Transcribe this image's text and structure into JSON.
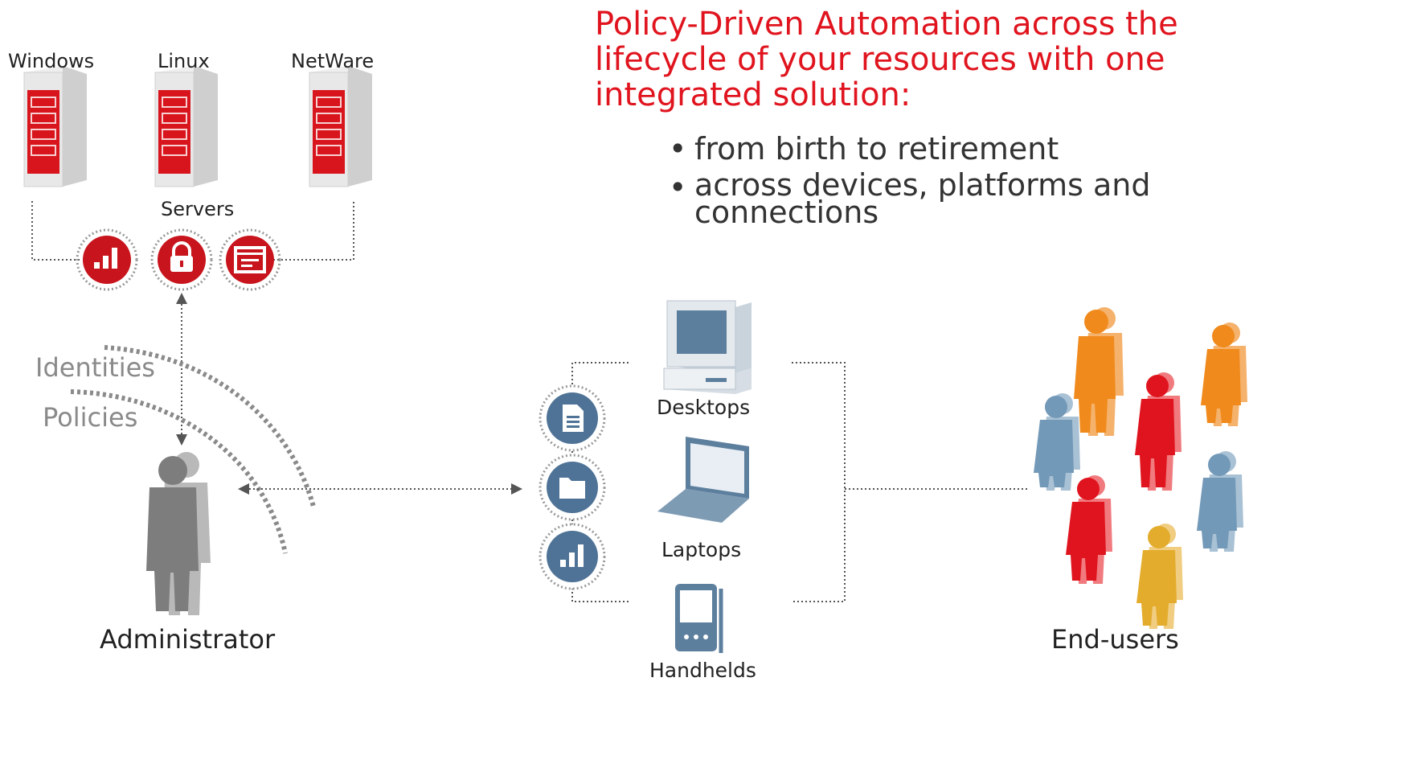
{
  "headline": "Policy-Driven Automation across the lifecycle of your resources with one integrated solution:",
  "bullets": [
    "from birth to retirement",
    "across devices, platforms and connections"
  ],
  "servers": {
    "group_label": "Servers",
    "items": [
      "Windows",
      "Linux",
      "NetWare"
    ]
  },
  "admin": {
    "label": "Administrator",
    "arcs": [
      "Identities",
      "Policies"
    ]
  },
  "devices": {
    "desktops": "Desktops",
    "laptops": "Laptops",
    "handhelds": "Handhelds"
  },
  "end_users": {
    "label": "End-users"
  },
  "colors": {
    "brand_red": "#e0141e",
    "server_icon_red": "#c8141c",
    "device_blue": "#5d7f9e",
    "device_icon_blue": "#4f7396",
    "admin_gray": "#7d7d7d",
    "user_orange": "#f08a1c",
    "user_red": "#e0141e",
    "user_blue": "#7399b8",
    "user_gold": "#e3ac2d"
  },
  "icons": {
    "server_row": [
      "chart-icon",
      "lock-icon",
      "window-icon"
    ],
    "device_column": [
      "document-icon",
      "folder-icon",
      "chart-icon"
    ]
  }
}
